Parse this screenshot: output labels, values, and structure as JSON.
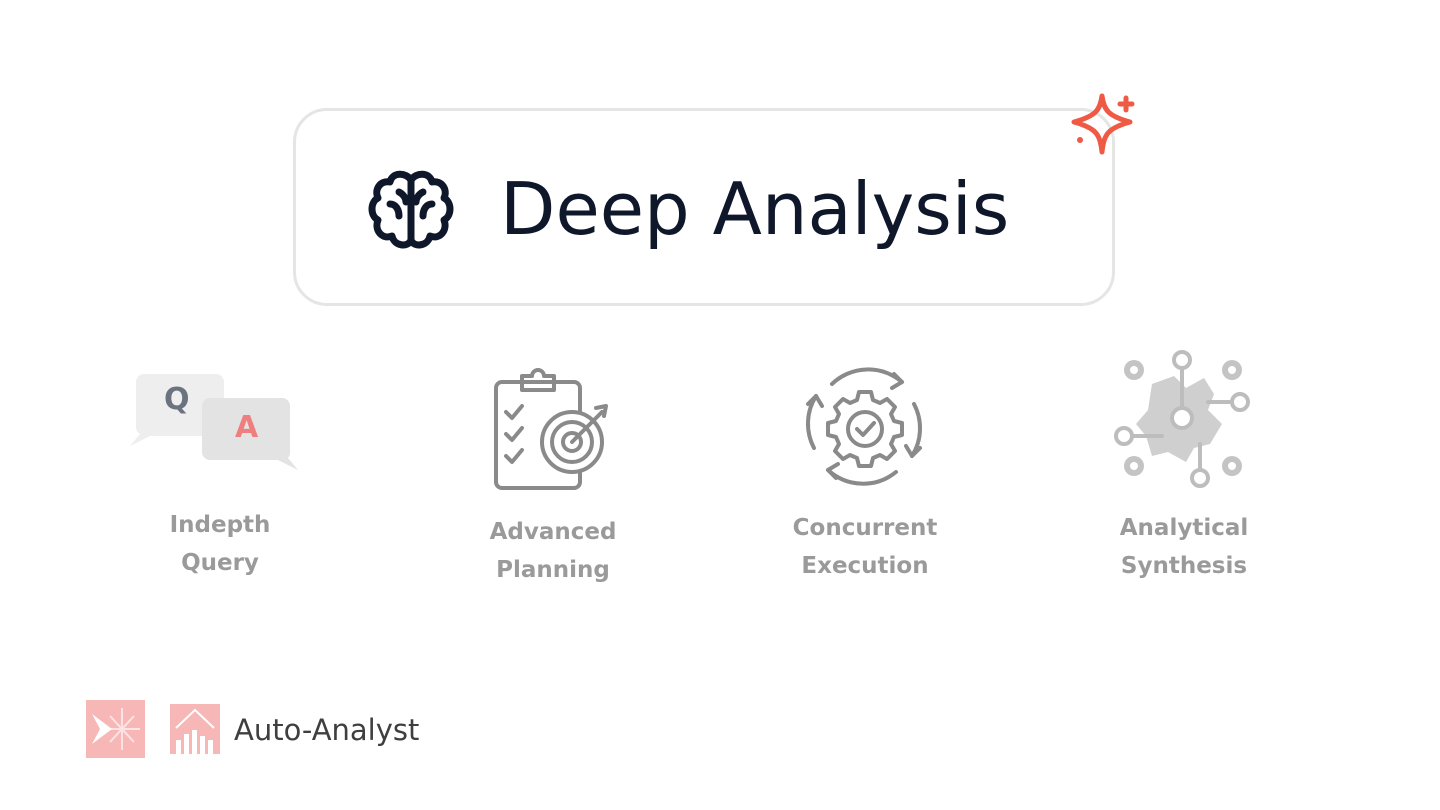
{
  "hero": {
    "title": "Deep Analysis",
    "icon": "brain-icon",
    "badge_icon": "sparkle-icon"
  },
  "features": [
    {
      "label": "Indepth\nQuery",
      "icon": "qa-chat-icon",
      "q_letter": "Q",
      "a_letter": "A"
    },
    {
      "label": "Advanced\nPlanning",
      "icon": "clipboard-target-icon"
    },
    {
      "label": "Concurrent\nExecution",
      "icon": "gear-cycle-check-icon"
    },
    {
      "label": "Analytical\nSynthesis",
      "icon": "gears-network-icon"
    }
  ],
  "brand": {
    "name": "Auto-Analyst",
    "logo_icon_1": "snowflake-arrow-logo-icon",
    "logo_icon_2": "bar-chart-logo-icon"
  },
  "colors": {
    "title": "#0f172a",
    "accent": "#ef5a45",
    "label_gray": "#9a9a9a",
    "logo_pink": "#f7b7b7"
  }
}
